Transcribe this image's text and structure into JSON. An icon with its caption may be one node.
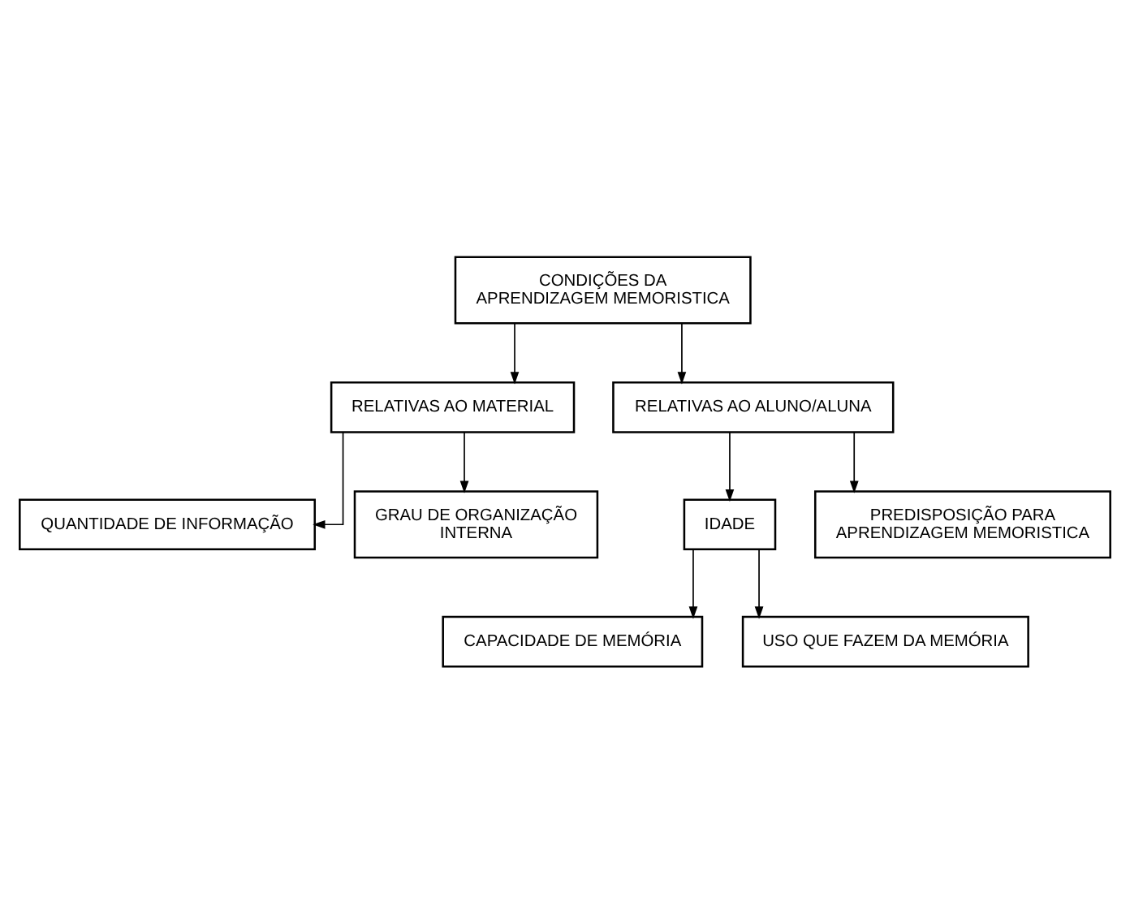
{
  "diagram": {
    "nodes": [
      {
        "text": [
          "CONDIÇÕES DA APRENDIZAGEM MEMORISTICA"
        ]
      },
      {
        "text": [
          "RELATIVAS AO MATERIAL"
        ]
      },
      {
        "text": [
          "RELATIVAS AO ALUNO/ALUNA"
        ]
      },
      {
        "text": [
          "QUANTIDADE DE INFORMAÇÃO"
        ]
      },
      {
        "text": [
          "GRAU DE ORGANIZAÇÃO INTERNA"
        ]
      },
      {
        "text": [
          "IDADE"
        ]
      },
      {
        "text": [
          "PREDISPOSIÇÃO PARA APRENDIZAGEM MEMORISTICA"
        ]
      },
      {
        "text": [
          "CAPACIDADE DE MEMÓRIA"
        ]
      },
      {
        "text": [
          "USO QUE FAZEM DA MEMÓRIA"
        ]
      }
    ],
    "edges": [
      {
        "from": 0,
        "to": 1,
        "arrow": "to"
      },
      {
        "from": 0,
        "to": 2,
        "arrow": "to"
      },
      {
        "from": 1,
        "to": 3,
        "arrow": "to"
      },
      {
        "from": 1,
        "to": 4,
        "arrow": "to"
      },
      {
        "from": 2,
        "to": 5,
        "arrow": "to"
      },
      {
        "from": 2,
        "to": 6,
        "arrow": "to"
      },
      {
        "from": 5,
        "to": 7,
        "arrow": "to"
      },
      {
        "from": 5,
        "to": 8,
        "arrow": "to"
      }
    ]
  }
}
